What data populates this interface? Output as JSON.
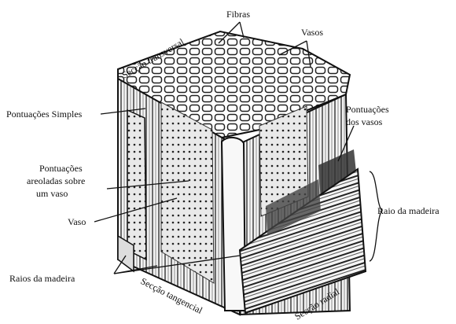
{
  "labels": {
    "fibras": "Fibras",
    "vasos": "Vasos",
    "seccao_transversal": "Secção transversal",
    "pontuacoes_simples": "Pontuações Simples",
    "pontuacoes_vasos_1": "Pontuações",
    "pontuacoes_vasos_2": "dos vasos",
    "pontuacoes_areoladas_1": "Pontuações",
    "pontuacoes_areoladas_2": "areoladas sobre",
    "pontuacoes_areoladas_3": "um vaso",
    "vaso": "Vaso",
    "raio_da_madeira": "Raio da madeira",
    "raios_da_madeira": "Raios da madeira",
    "seccao_tangencial": "Secção tangencial",
    "seccao_radial": "Secção radial"
  }
}
